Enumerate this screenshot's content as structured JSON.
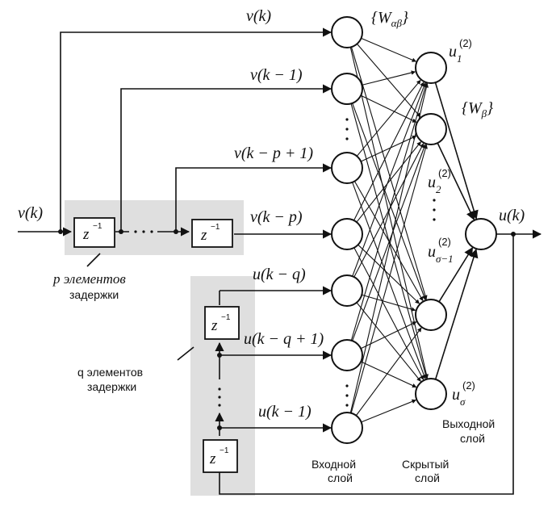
{
  "signals": {
    "v_k_top": "v(k)",
    "v_k_1": "v(k − 1)",
    "v_k_p1": "v(k − p + 1)",
    "v_k_p": "v(k − p)",
    "v_k_in": "v(k)",
    "u_k_q": "u(k − q)",
    "u_k_q1": "u(k − q + 1)",
    "u_k_1": "u(k − 1)",
    "u_out": "u(k)"
  },
  "weights": {
    "w_ab_base": "{W",
    "w_ab_sub": "αβ",
    "w_ab_close": "}",
    "w_b_base": "{W",
    "w_b_sub": "β",
    "w_b_close": "}"
  },
  "hidden_labels": {
    "u1_base": "u",
    "u1_sub": "1",
    "u1_sup": "(2)",
    "u2_base": "u",
    "u2_sub": "2",
    "u2_sup": "(2)",
    "us1_base": "u",
    "us1_sub": "σ−1",
    "us1_sup": "(2)",
    "us_base": "u",
    "us_sub": "σ",
    "us_sup": "(2)"
  },
  "delay": {
    "z": "z",
    "exp": "−1"
  },
  "captions": {
    "p_line1": "p элементов",
    "p_line2": "задержки",
    "q_line1": "q элементов",
    "q_line2": "задержки",
    "input_layer_1": "Входной",
    "input_layer_2": "слой",
    "hidden_layer_1": "Скрытый",
    "hidden_layer_2": "слой",
    "output_layer_1": "Выходной",
    "output_layer_2": "слой"
  }
}
